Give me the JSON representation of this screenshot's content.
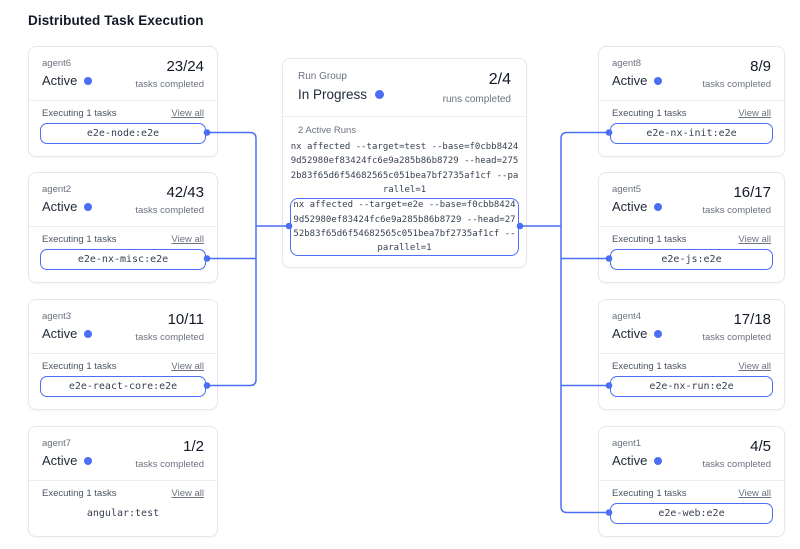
{
  "title": "Distributed Task Execution",
  "theme": {
    "accent": "#4c6ef5",
    "card_border": "#e5e7eb",
    "text_primary": "#111827",
    "text_secondary": "#6b7280"
  },
  "run_group": {
    "label": "Run Group",
    "status": "In Progress",
    "fraction": "2/4",
    "fraction_label": "runs completed",
    "active_runs_label": "2 Active Runs",
    "runs": [
      {
        "command": "nx affected --target=test --base=f0cbb84249d52980ef83424fc6e9a285b86b8729 --head=2752b83f65d6f54682565c051bea7bf2735af1cf --parallel=1"
      },
      {
        "command": "nx affected --target=e2e --base=f0cbb84249d52980ef83424fc6e9a285b86b8729 --head=2752b83f65d6f54682565c051bea7bf2735af1cf --parallel=1"
      }
    ]
  },
  "agents": [
    {
      "name": "agent6",
      "status": "Active",
      "fraction": "23/24",
      "fraction_label": "tasks completed",
      "executing_label": "Executing 1 tasks",
      "view_all_label": "View all",
      "task": "e2e-node:e2e",
      "connected": true
    },
    {
      "name": "agent2",
      "status": "Active",
      "fraction": "42/43",
      "fraction_label": "tasks completed",
      "executing_label": "Executing 1 tasks",
      "view_all_label": "View all",
      "task": "e2e-nx-misc:e2e",
      "connected": true
    },
    {
      "name": "agent3",
      "status": "Active",
      "fraction": "10/11",
      "fraction_label": "tasks completed",
      "executing_label": "Executing 1 tasks",
      "view_all_label": "View all",
      "task": "e2e-react-core:e2e",
      "connected": true
    },
    {
      "name": "agent7",
      "status": "Active",
      "fraction": "1/2",
      "fraction_label": "tasks completed",
      "executing_label": "Executing 1 tasks",
      "view_all_label": "View all",
      "task": "angular:test",
      "connected": false
    },
    {
      "name": "agent8",
      "status": "Active",
      "fraction": "8/9",
      "fraction_label": "tasks completed",
      "executing_label": "Executing 1 tasks",
      "view_all_label": "View all",
      "task": "e2e-nx-init:e2e",
      "connected": true
    },
    {
      "name": "agent5",
      "status": "Active",
      "fraction": "16/17",
      "fraction_label": "tasks completed",
      "executing_label": "Executing 1 tasks",
      "view_all_label": "View all",
      "task": "e2e-js:e2e",
      "connected": true
    },
    {
      "name": "agent4",
      "status": "Active",
      "fraction": "17/18",
      "fraction_label": "tasks completed",
      "executing_label": "Executing 1 tasks",
      "view_all_label": "View all",
      "task": "e2e-nx-run:e2e",
      "connected": true
    },
    {
      "name": "agent1",
      "status": "Active",
      "fraction": "4/5",
      "fraction_label": "tasks completed",
      "executing_label": "Executing 1 tasks",
      "view_all_label": "View all",
      "task": "e2e-web:e2e",
      "connected": true
    }
  ]
}
